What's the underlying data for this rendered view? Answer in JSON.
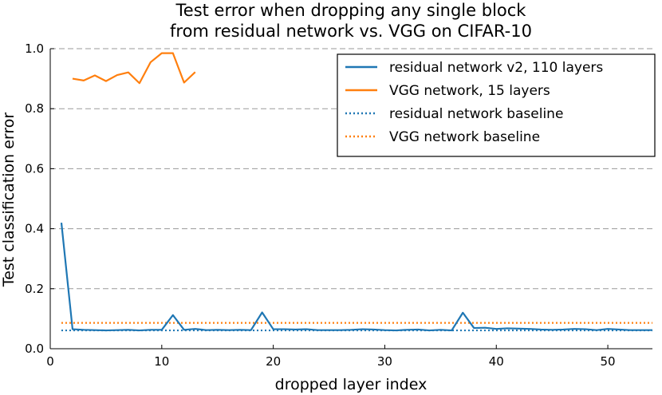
{
  "chart_data": {
    "type": "line",
    "title": "Test error when dropping any single block\nfrom residual network vs. VGG on CIFAR-10",
    "xlabel": "dropped layer index",
    "ylabel": "Test classification error",
    "xlim": [
      0,
      54
    ],
    "ylim": [
      0,
      1.0
    ],
    "xticks": [
      0,
      10,
      20,
      30,
      40,
      50
    ],
    "yticks": [
      0.0,
      0.2,
      0.4,
      0.6,
      0.8,
      1.0
    ],
    "ytick_labels": [
      "0.0",
      "0.2",
      "0.4",
      "0.6",
      "0.8",
      "1.0"
    ],
    "grid": "horizontal dashed",
    "legend_position": "top-right",
    "series": [
      {
        "name": "residual network v2, 110 layers",
        "style": "solid",
        "color": "#1f77b4",
        "x": [
          1,
          2,
          3,
          4,
          5,
          6,
          7,
          8,
          9,
          10,
          11,
          12,
          13,
          14,
          15,
          16,
          17,
          18,
          19,
          20,
          21,
          22,
          23,
          24,
          25,
          26,
          27,
          28,
          29,
          30,
          31,
          32,
          33,
          34,
          35,
          36,
          37,
          38,
          39,
          40,
          41,
          42,
          43,
          44,
          45,
          46,
          47,
          48,
          49,
          50,
          51,
          52,
          53,
          54
        ],
        "values": [
          0.42,
          0.065,
          0.063,
          0.062,
          0.061,
          0.062,
          0.063,
          0.061,
          0.063,
          0.063,
          0.112,
          0.063,
          0.066,
          0.062,
          0.063,
          0.062,
          0.063,
          0.062,
          0.121,
          0.065,
          0.065,
          0.064,
          0.065,
          0.062,
          0.062,
          0.062,
          0.063,
          0.065,
          0.064,
          0.062,
          0.061,
          0.063,
          0.064,
          0.061,
          0.063,
          0.061,
          0.12,
          0.069,
          0.07,
          0.066,
          0.068,
          0.067,
          0.066,
          0.064,
          0.063,
          0.064,
          0.066,
          0.065,
          0.062,
          0.066,
          0.064,
          0.062,
          0.062,
          0.062
        ]
      },
      {
        "name": "VGG network, 15 layers",
        "style": "solid",
        "color": "#ff7f0e",
        "x": [
          2,
          3,
          4,
          5,
          6,
          7,
          8,
          9,
          10,
          11,
          12,
          13
        ],
        "values": [
          0.9,
          0.894,
          0.911,
          0.892,
          0.912,
          0.921,
          0.885,
          0.955,
          0.985,
          0.985,
          0.887,
          0.922
        ]
      },
      {
        "name": "residual network baseline",
        "style": "dotted",
        "color": "#1f77b4",
        "x": [
          1,
          54
        ],
        "values": [
          0.061,
          0.061
        ]
      },
      {
        "name": "VGG network baseline",
        "style": "dotted",
        "color": "#ff7f0e",
        "x": [
          1,
          54
        ],
        "values": [
          0.086,
          0.086
        ]
      }
    ]
  }
}
